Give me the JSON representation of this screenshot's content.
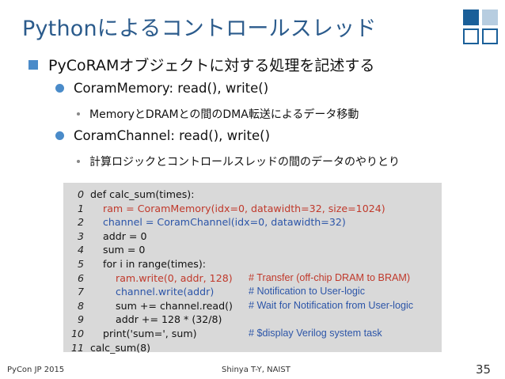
{
  "slide": {
    "title": "Pythonによるコントロールスレッド",
    "bullets": {
      "level1": "PyCoRAMオブジェクトに対する処理を記述する",
      "memory": "CoramMemory: read(), write()",
      "memory_sub": "MemoryとDRAMとの間のDMA転送によるデータ移動",
      "channel": "CoramChannel: read(), write()",
      "channel_sub": "計算ロジックとコントロールスレッドの間のデータのやりとり"
    },
    "code_lines": [
      {
        "num": "0",
        "code": "def calc_sum(times):",
        "comment": ""
      },
      {
        "num": "1",
        "code": "    ram = CoramMemory(idx=0, datawidth=32, size=1024)",
        "comment": ""
      },
      {
        "num": "2",
        "code": "    channel = CoramChannel(idx=0, datawidth=32)",
        "comment": ""
      },
      {
        "num": "3",
        "code": "    addr = 0",
        "comment": ""
      },
      {
        "num": "4",
        "code": "    sum = 0",
        "comment": ""
      },
      {
        "num": "5",
        "code": "    for i in range(times):",
        "comment": ""
      },
      {
        "num": "6",
        "code": "        ram.write(0, addr, 128)",
        "comment": "# Transfer (off-chip DRAM to BRAM)"
      },
      {
        "num": "7",
        "code": "        channel.write(addr)",
        "comment": "# Notification to User-logic"
      },
      {
        "num": "8",
        "code": "        sum += channel.read()",
        "comment": "# Wait for Notification from User-logic"
      },
      {
        "num": "9",
        "code": "        addr += 128 * (32/8)",
        "comment": ""
      },
      {
        "num": "10",
        "code": "    print('sum=', sum)",
        "comment": "# $display Verilog system task"
      },
      {
        "num": "11",
        "code": "calc_sum(8)",
        "comment": ""
      }
    ],
    "footer": {
      "left": "PyCon JP 2015",
      "center": "Shinya T-Y, NAIST",
      "page": "35"
    },
    "colors": {
      "title": "#2b5b8c",
      "bullet": "#4a8bc9",
      "code_bg": "#d9d9d9",
      "code_red": "#c0392b",
      "code_blue": "#2c55a8"
    }
  }
}
